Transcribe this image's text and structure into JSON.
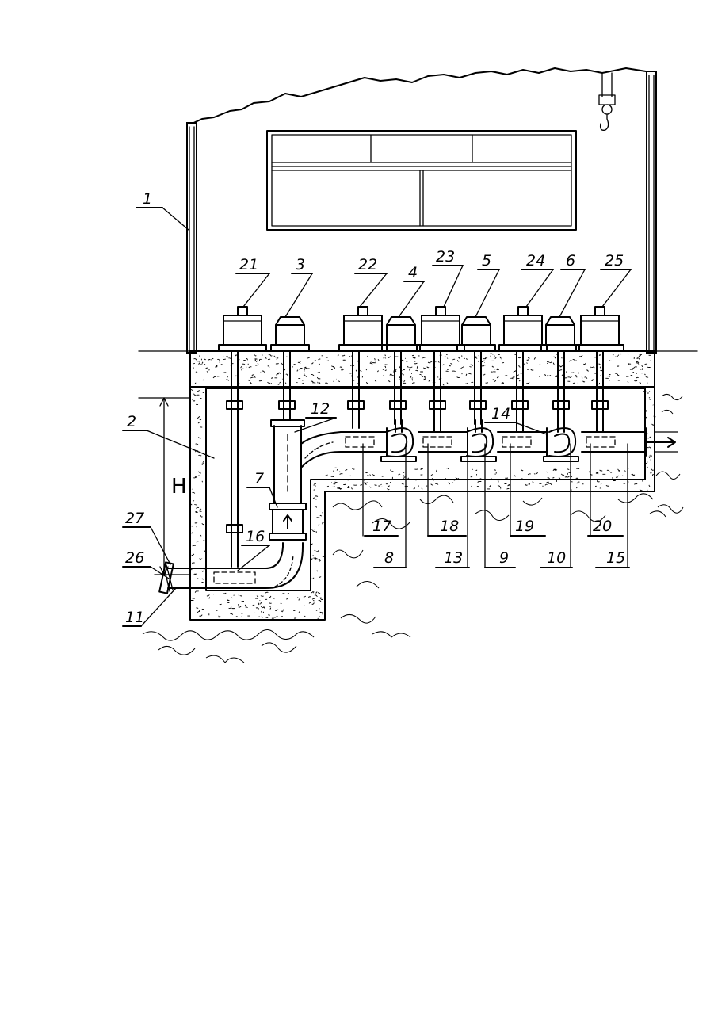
{
  "labels": {
    "l1": "1",
    "l2": "2",
    "l3": "3",
    "l4": "4",
    "l5": "5",
    "l6": "6",
    "l7": "7",
    "l8": "8",
    "l9": "9",
    "l10": "10",
    "l11": "11",
    "l12": "12",
    "l13": "13",
    "l14": "14",
    "l15": "15",
    "l16": "16",
    "l17": "17",
    "l18": "18",
    "l19": "19",
    "l20": "20",
    "l21": "21",
    "l22": "22",
    "l23": "23",
    "l24": "24",
    "l25": "25",
    "l26": "26",
    "l27": "27",
    "lH": "H"
  },
  "colors": {
    "ink": "#000000",
    "paper": "#ffffff"
  }
}
